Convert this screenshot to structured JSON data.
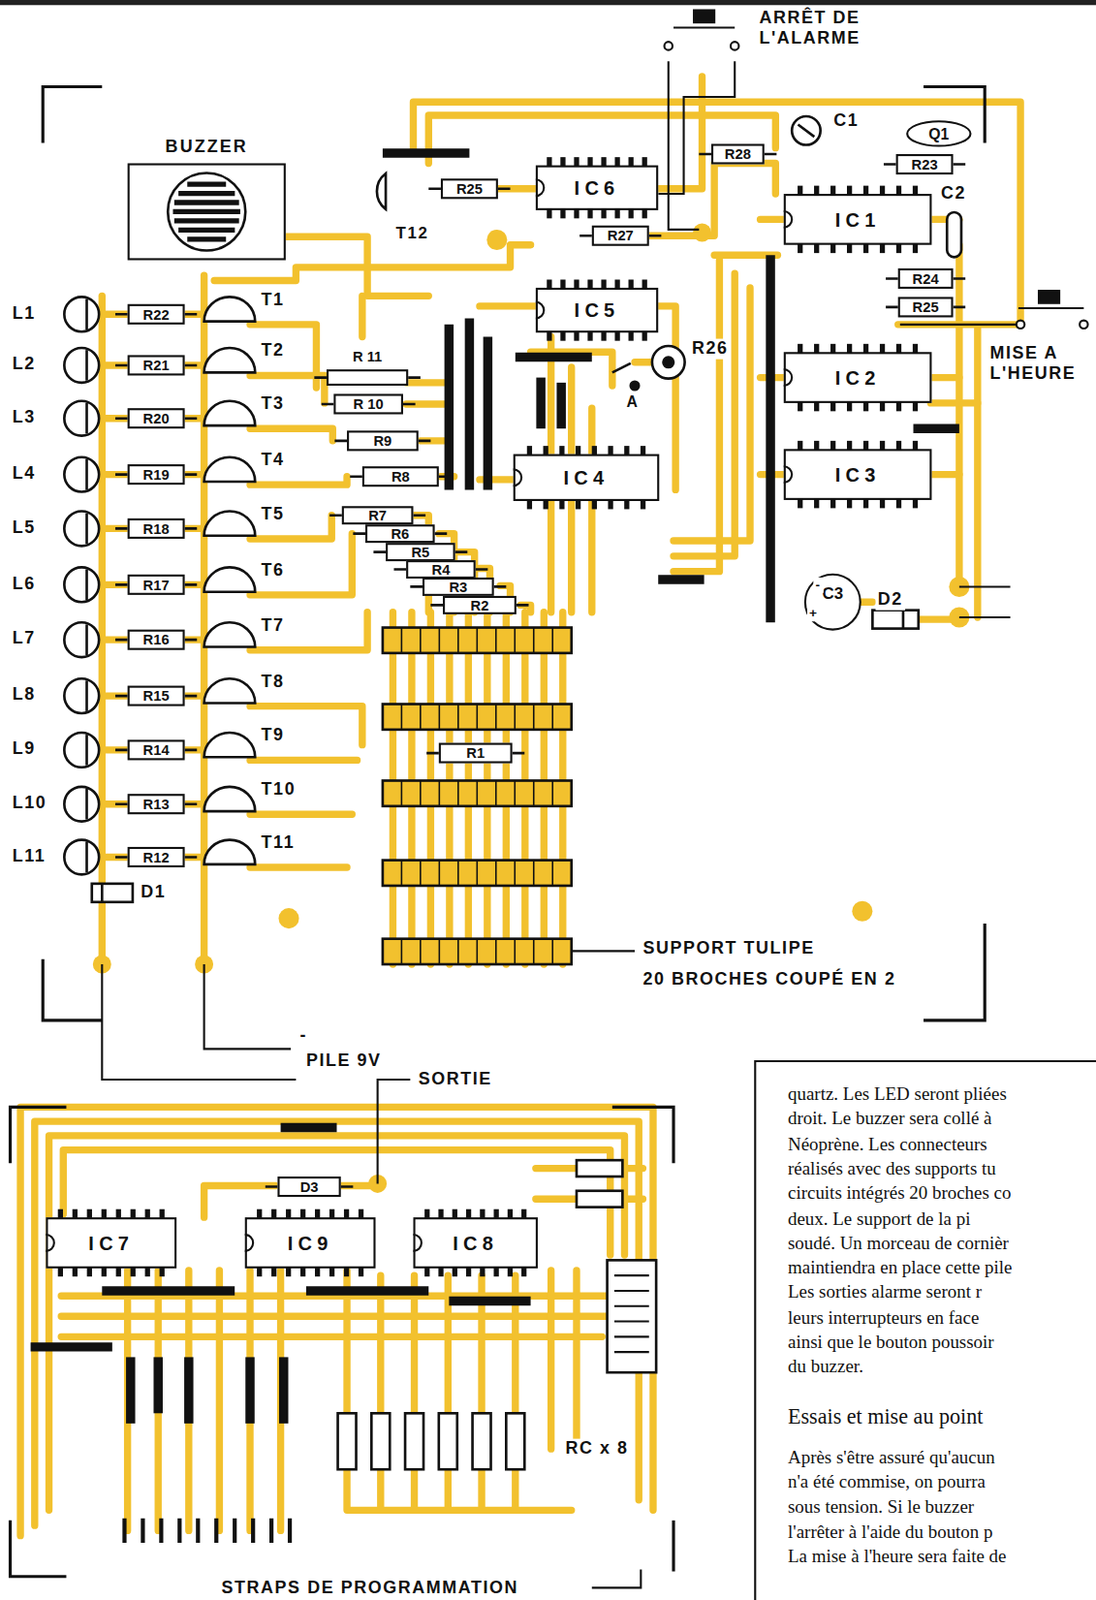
{
  "diagram": {
    "nodes": [
      {
        "text": [
          "BUZZER"
        ]
      },
      {
        "text": [
          "R28"
        ]
      },
      {
        "text": [
          "Q1"
        ]
      },
      {
        "text": [
          "R23"
        ]
      },
      {
        "text": [
          "R25"
        ]
      },
      {
        "text": [
          "IC6"
        ]
      },
      {
        "text": [
          "IC1"
        ]
      },
      {
        "text": [
          "R27"
        ]
      },
      {
        "text": [
          "R24"
        ]
      },
      {
        "text": [
          "R25"
        ]
      },
      {
        "text": [
          "IC5"
        ]
      },
      {
        "text": [
          "R 11"
        ]
      },
      {
        "text": [
          "IC2"
        ]
      },
      {
        "text": [
          "R 10"
        ]
      },
      {
        "text": [
          "R9"
        ]
      },
      {
        "text": [
          "IC4"
        ]
      },
      {
        "text": [
          "IC3"
        ]
      },
      {
        "text": [
          "R8"
        ]
      },
      {
        "text": [
          "R7"
        ]
      },
      {
        "text": [
          "R6"
        ]
      },
      {
        "text": [
          "R5"
        ]
      },
      {
        "text": [
          "R4"
        ]
      },
      {
        "text": [
          "R3"
        ]
      },
      {
        "text": [
          "R2"
        ]
      },
      {
        "text": [
          "C3"
        ]
      },
      {
        "text": [
          "R1"
        ]
      },
      {
        "text": [
          "R22"
        ]
      },
      {
        "text": [
          "R21"
        ]
      },
      {
        "text": [
          "R20"
        ]
      },
      {
        "text": [
          "R19"
        ]
      },
      {
        "text": [
          "R18"
        ]
      },
      {
        "text": [
          "R17"
        ]
      },
      {
        "text": [
          "R16"
        ]
      },
      {
        "text": [
          "R15"
        ]
      },
      {
        "text": [
          "R14"
        ]
      },
      {
        "text": [
          "R13"
        ]
      },
      {
        "text": [
          "R12"
        ]
      },
      {
        "text": [
          "D3"
        ]
      },
      {
        "text": [
          "IC7"
        ]
      },
      {
        "text": [
          "IC9"
        ]
      },
      {
        "text": [
          "IC8"
        ]
      }
    ],
    "labels": [
      "ARRÊT DE L'ALARME",
      "C1",
      "C2",
      "T12",
      "MISE A L'HEURE",
      "R26",
      "A",
      "L11",
      "L10",
      "L9",
      "L8",
      "L7",
      "L6",
      "L5",
      "L4",
      "L3",
      "L2",
      "L1",
      "T11",
      "T10",
      "T9",
      "T8",
      "T7",
      "T6",
      "T5",
      "T4",
      "T3",
      "T2",
      "T1",
      "-",
      "+",
      "D2",
      "D1",
      "SUPPORT TULIPE",
      "20 BROCHES COUPÉ EN 2",
      "-",
      "PILE 9V",
      "SORTIE",
      "RC x 8",
      "STRAPS DE PROGRAMMATION",
      "quartz. Les LED seront pliées",
      "droit. Le buzzer sera collé à",
      "Néoprène. Les connecteurs",
      "réalisés avec des supports tu",
      "circuits intégrés 20 broches co",
      "deux. Le support de la pi",
      "soudé. Un morceau de cornièr",
      "maintiendra en place cette pile",
      "Les sorties alarme seront r",
      "leurs interrupteurs en face",
      "ainsi que le bouton poussoir",
      "du buzzer.",
      "Essais et mise au point",
      "Après s'être assuré qu'aucun",
      "n'a été commise, on pourra",
      "sous tension. Si le buzzer",
      "l'arrêter à l'aide du bouton p",
      "La mise à l'heure sera faite de"
    ]
  }
}
